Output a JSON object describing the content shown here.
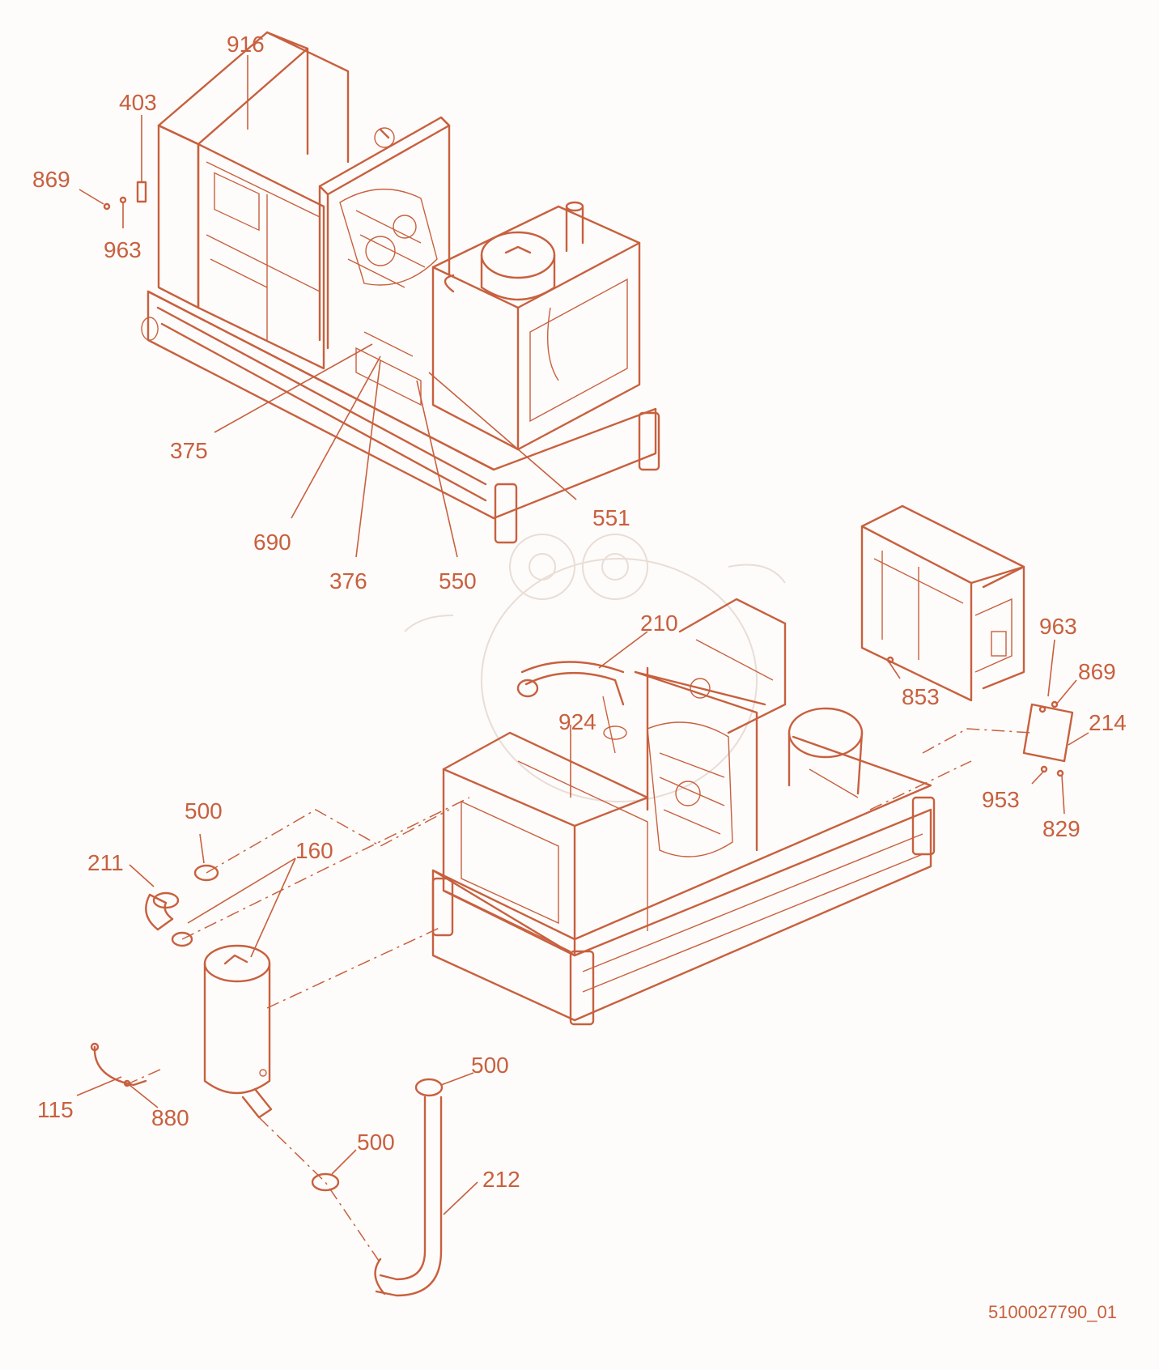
{
  "drawing_id": "5100027790_01",
  "colors": {
    "line": "#c8603e",
    "background": "#fdfcfb"
  },
  "callouts": [
    {
      "id": "c916",
      "label": "916"
    },
    {
      "id": "c403",
      "label": "403"
    },
    {
      "id": "c869a",
      "label": "869"
    },
    {
      "id": "c963a",
      "label": "963"
    },
    {
      "id": "c375",
      "label": "375"
    },
    {
      "id": "c690",
      "label": "690"
    },
    {
      "id": "c376",
      "label": "376"
    },
    {
      "id": "c550",
      "label": "550"
    },
    {
      "id": "c551",
      "label": "551"
    },
    {
      "id": "c210",
      "label": "210"
    },
    {
      "id": "c963b",
      "label": "963"
    },
    {
      "id": "c869b",
      "label": "869"
    },
    {
      "id": "c853",
      "label": "853"
    },
    {
      "id": "c214",
      "label": "214"
    },
    {
      "id": "c924",
      "label": "924"
    },
    {
      "id": "c953",
      "label": "953"
    },
    {
      "id": "c829",
      "label": "829"
    },
    {
      "id": "c500a",
      "label": "500"
    },
    {
      "id": "c160",
      "label": "160"
    },
    {
      "id": "c211",
      "label": "211"
    },
    {
      "id": "c115",
      "label": "115"
    },
    {
      "id": "c880",
      "label": "880"
    },
    {
      "id": "c500b",
      "label": "500"
    },
    {
      "id": "c500c",
      "label": "500"
    },
    {
      "id": "c212",
      "label": "212"
    }
  ]
}
